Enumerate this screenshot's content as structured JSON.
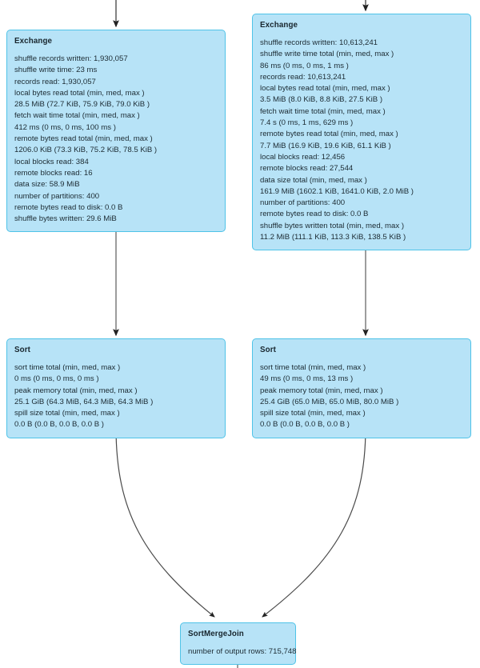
{
  "diagram": {
    "type": "spark-sql-query-execution-plan",
    "background_color": "#ffffff",
    "node_fill_color": "#b7e3f7",
    "node_border_color": "#4fc3e8",
    "edge_color": "#5a5a5a",
    "text_color": "#1c2b33"
  },
  "nodes": {
    "exchange_left": {
      "title": "Exchange",
      "metrics": [
        "shuffle records written: 1,930,057",
        "shuffle write time: 23 ms",
        "records read: 1,930,057",
        "local bytes read total (min, med, max )",
        "28.5 MiB (72.7 KiB, 75.9 KiB, 79.0 KiB )",
        "fetch wait time total (min, med, max )",
        "412 ms (0 ms, 0 ms, 100 ms )",
        "remote bytes read total (min, med, max )",
        "1206.0 KiB (73.3 KiB, 75.2 KiB, 78.5 KiB )",
        "local blocks read: 384",
        "remote blocks read: 16",
        "data size: 58.9 MiB",
        "number of partitions: 400",
        "remote bytes read to disk: 0.0 B",
        "shuffle bytes written: 29.6 MiB"
      ]
    },
    "exchange_right": {
      "title": "Exchange",
      "metrics": [
        "shuffle records written: 10,613,241",
        "shuffle write time total (min, med, max )",
        "86 ms (0 ms, 0 ms, 1 ms )",
        "records read: 10,613,241",
        "local bytes read total (min, med, max )",
        "3.5 MiB (8.0 KiB, 8.8 KiB, 27.5 KiB )",
        "fetch wait time total (min, med, max )",
        "7.4 s (0 ms, 1 ms, 629 ms )",
        "remote bytes read total (min, med, max )",
        "7.7 MiB (16.9 KiB, 19.6 KiB, 61.1 KiB )",
        "local blocks read: 12,456",
        "remote blocks read: 27,544",
        "data size total (min, med, max )",
        "161.9 MiB (1602.1 KiB, 1641.0 KiB, 2.0 MiB )",
        "number of partitions: 400",
        "remote bytes read to disk: 0.0 B",
        "shuffle bytes written total (min, med, max )",
        "11.2 MiB (111.1 KiB, 113.3 KiB, 138.5 KiB )"
      ]
    },
    "sort_left": {
      "title": "Sort",
      "metrics": [
        "sort time total (min, med, max )",
        "0 ms (0 ms, 0 ms, 0 ms )",
        "peak memory total (min, med, max )",
        "25.1 GiB (64.3 MiB, 64.3 MiB, 64.3 MiB )",
        "spill size total (min, med, max )",
        "0.0 B (0.0 B, 0.0 B, 0.0 B )"
      ]
    },
    "sort_right": {
      "title": "Sort",
      "metrics": [
        "sort time total (min, med, max )",
        "49 ms (0 ms, 0 ms, 13 ms )",
        "peak memory total (min, med, max )",
        "25.4 GiB (65.0 MiB, 65.0 MiB, 80.0 MiB )",
        "spill size total (min, med, max )",
        "0.0 B (0.0 B, 0.0 B, 0.0 B )"
      ]
    },
    "sortmergejoin": {
      "title": "SortMergeJoin",
      "metrics": [
        "number of output rows: 715,748"
      ]
    }
  },
  "edges": [
    {
      "name": "edge-into-exchange-left",
      "from": "above",
      "to": "exchange_left",
      "style": "straight-arrow"
    },
    {
      "name": "edge-into-exchange-right",
      "from": "above",
      "to": "exchange_right",
      "style": "straight-arrow"
    },
    {
      "name": "edge-exchange-left-sort-left",
      "from": "exchange_left",
      "to": "sort_left",
      "style": "straight-arrow"
    },
    {
      "name": "edge-exchange-right-sort-right",
      "from": "exchange_right",
      "to": "sort_right",
      "style": "straight-arrow"
    },
    {
      "name": "edge-sort-left-join",
      "from": "sort_left",
      "to": "sortmergejoin",
      "style": "curved-arrow"
    },
    {
      "name": "edge-sort-right-join",
      "from": "sort_right",
      "to": "sortmergejoin",
      "style": "curved-arrow"
    },
    {
      "name": "edge-join-out",
      "from": "sortmergejoin",
      "to": "below",
      "style": "straight-line"
    }
  ]
}
